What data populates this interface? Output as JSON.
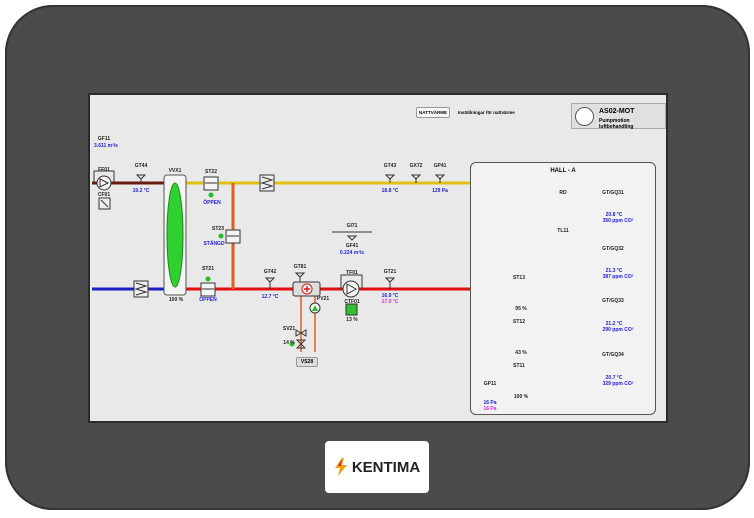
{
  "header": {
    "mode_button": "NATTVÄRME",
    "settings_text": "Inställningar för nattvärme",
    "unit": "AS02-MOT",
    "unit_desc": "Pumpmotion luftbehandling"
  },
  "brand": {
    "logo": "KENTIMA"
  },
  "colors": {
    "supply": "#e01010",
    "extract": "#e0c010",
    "outdoor": "#2020c0",
    "exhaust": "#6b1a10",
    "heating": "#e06020",
    "ok": "#20c020",
    "value": "#2222dd",
    "setpoint": "#e020e0"
  },
  "labels": {
    "gf11": "GF11",
    "ff01": "FF01",
    "cf01": "CF01",
    "gt44": "GT44",
    "vvx1": "VVX1",
    "st22": "ST22",
    "st23": "ST23",
    "st21": "ST21",
    "gt42": "GT42",
    "gt81": "GT81",
    "pv21": "PV21",
    "sv21": "SV21",
    "gi71": "GI71",
    "gf41": "GF41",
    "tf01": "TF01",
    "ctf01": "CTF01",
    "gt21": "GT21",
    "gt43": "GT43",
    "gx72": "GX72",
    "gp41": "GP41",
    "hall": "HALL - A",
    "rd": "RD",
    "tl11": "TL11",
    "gq31": "GT/GQ31",
    "gq32": "GT/GQ32",
    "gq33": "GT/GQ33",
    "gq34": "GT/GQ34",
    "st13": "ST13",
    "st12": "ST12",
    "st11": "ST11",
    "gp11": "GP11",
    "vs28": "VS28"
  },
  "values": {
    "gf11": "3.611 m³/s",
    "gt44": "19.2 °C",
    "vvx1": "100 %",
    "st22": "ÖPPEN",
    "st23": "STÄNGD",
    "st21": "ÖPPEN",
    "gt42": "12.7 °C",
    "sv21": "14 %",
    "gf41": "0.224 m³/s",
    "ctf01": "13 %",
    "gt21": "16.9 °C",
    "gt21_sp": "17.0 °C",
    "gt43": "18.8 °C",
    "gp41": "129 Pa",
    "gq31_t": "20.8 °C",
    "gq31_c": "350 ppm CO²",
    "gq32_t": "21.3 °C",
    "gq32_c": "387 ppm CO²",
    "gq33_t": "21.2 °C",
    "gq33_c": "290 ppm CO²",
    "gq34_t": "20.7 °C",
    "gq34_c": "329 ppm CO²",
    "st13": "95 %",
    "st12": "43 %",
    "st11": "100 %",
    "gp11": "16 Pa",
    "gp11_sp": "16 Pa"
  }
}
